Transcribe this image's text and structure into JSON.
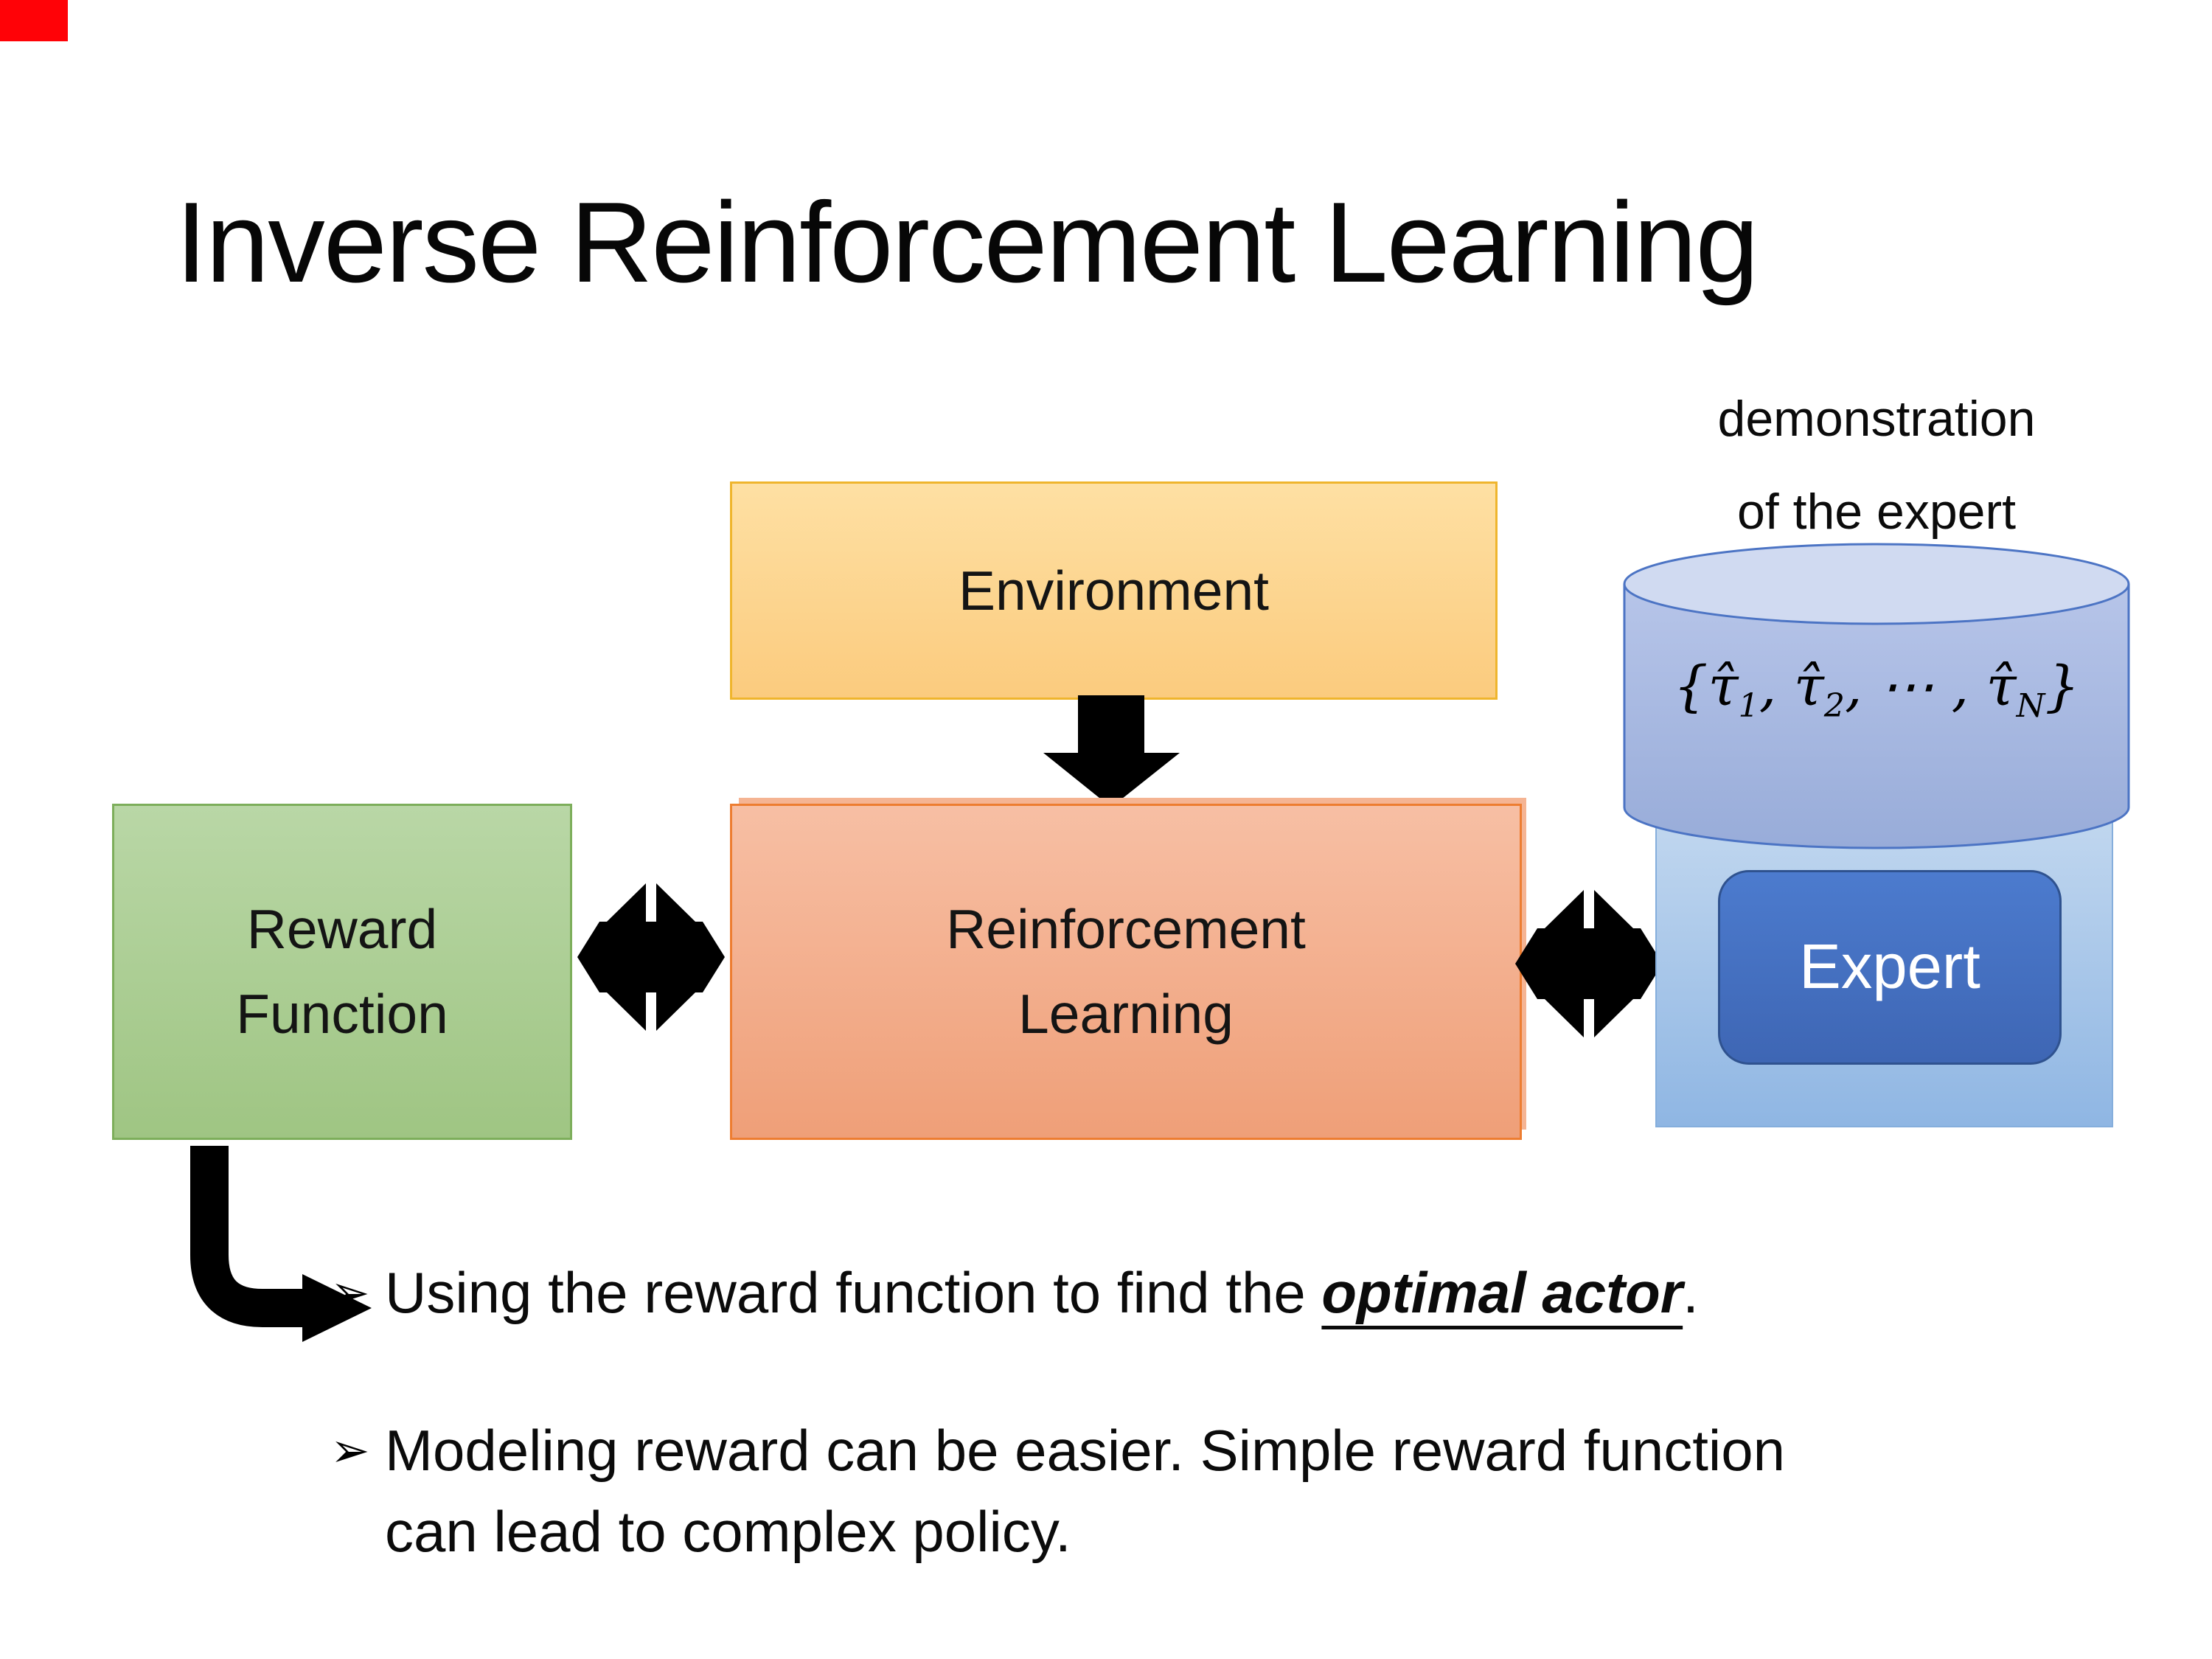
{
  "title": "Inverse Reinforcement Learning",
  "diagram": {
    "demonstration_label": {
      "line1": "demonstration",
      "line2": "of the expert"
    },
    "environment_box": {
      "label": "Environment"
    },
    "reward_function_box": {
      "line1": "Reward",
      "line2": "Function"
    },
    "reinforcement_learning_box": {
      "line1": "Reinforcement",
      "line2": "Learning"
    },
    "expert_box": {
      "label": "Expert"
    },
    "cylinder": {
      "formula": {
        "open": "{",
        "tau1": "τ̂",
        "sub1": "1",
        "sep1": ", ",
        "tau2": "τ̂",
        "sub2": "2",
        "dots": ", ⋯ , ",
        "tauN": "τ̂",
        "subN": "N",
        "close": "}"
      }
    }
  },
  "bullets": {
    "marker_glyph": "➢",
    "items": [
      {
        "prefix": "Using the reward function to find the ",
        "emphasis": "optimal actor",
        "suffix": "."
      },
      {
        "text": "Modeling reward can be easier. Simple reward function can lead to complex policy."
      }
    ]
  },
  "colors": {
    "environment_fill_top": "#FEE0A3",
    "environment_fill_bottom": "#FBCB7E",
    "environment_border": "#EFB52D",
    "reward_fill_top": "#B9D7A6",
    "reward_fill_bottom": "#9FC583",
    "reward_border": "#7DAE5B",
    "rl_fill_top": "#F7BFA4",
    "rl_fill_bottom": "#EF9F78",
    "rl_border": "#ED7D31",
    "expert_container_fill_top": "#C1D7EF",
    "expert_container_fill_bottom": "#8FB6E3",
    "expert_container_border": "#85AEDC",
    "cylinder_fill_top": "#D0DAF1",
    "cylinder_fill_body": "#A9BAE3",
    "cylinder_border": "#4C74C4",
    "expert_fill": "#4472C4",
    "expert_border": "#2F528F",
    "expert_text": "#FFFFFF",
    "arrow_color": "#000000",
    "corner_marker": "#FF0207"
  }
}
